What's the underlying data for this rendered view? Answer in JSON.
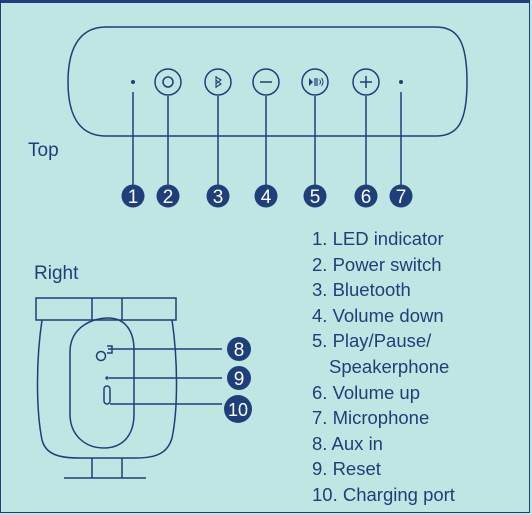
{
  "colors": {
    "background": "#bfe6e2",
    "ink": "#1f3f7a"
  },
  "views": {
    "top_label": "Top",
    "right_label": "Right"
  },
  "top_controls": [
    {
      "num": "1",
      "icon": "led-dot-icon"
    },
    {
      "num": "2",
      "icon": "power-icon"
    },
    {
      "num": "3",
      "icon": "bluetooth-icon"
    },
    {
      "num": "4",
      "icon": "minus-icon"
    },
    {
      "num": "5",
      "icon": "play-pause-icon"
    },
    {
      "num": "6",
      "icon": "plus-icon"
    },
    {
      "num": "7",
      "icon": "mic-dot-icon"
    }
  ],
  "side_controls": [
    {
      "num": "8",
      "icon": "aux-jack-icon"
    },
    {
      "num": "9",
      "icon": "reset-hole-icon"
    },
    {
      "num": "10",
      "icon": "usb-c-port-icon"
    }
  ],
  "legend": [
    "1. LED indicator",
    "2. Power switch",
    "3. Bluetooth",
    "4. Volume down",
    "5. Play/Pause/",
    "Speakerphone",
    "6. Volume up",
    "7. Microphone",
    "8. Aux in",
    "9. Reset",
    "10. Charging port"
  ]
}
